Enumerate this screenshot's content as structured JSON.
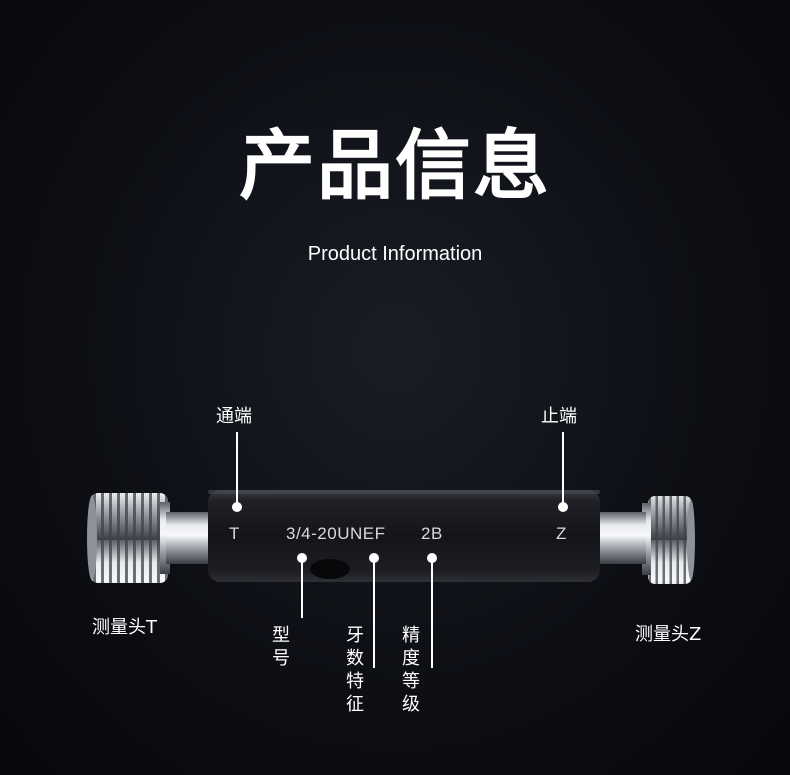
{
  "header": {
    "title": "产品信息",
    "subtitle": "Product Information"
  },
  "gauge": {
    "engraving": {
      "go_mark": "T",
      "model": "3/4-20UNEF",
      "class": "2B",
      "nogo_mark": "Z"
    }
  },
  "callouts": {
    "go_end": "通端",
    "nogo_end": "止端",
    "measure_head_t": "测量头T",
    "measure_head_z": "测量头Z",
    "model": "型号",
    "thread_feature": "牙数特征",
    "accuracy_grade": "精度等级"
  }
}
